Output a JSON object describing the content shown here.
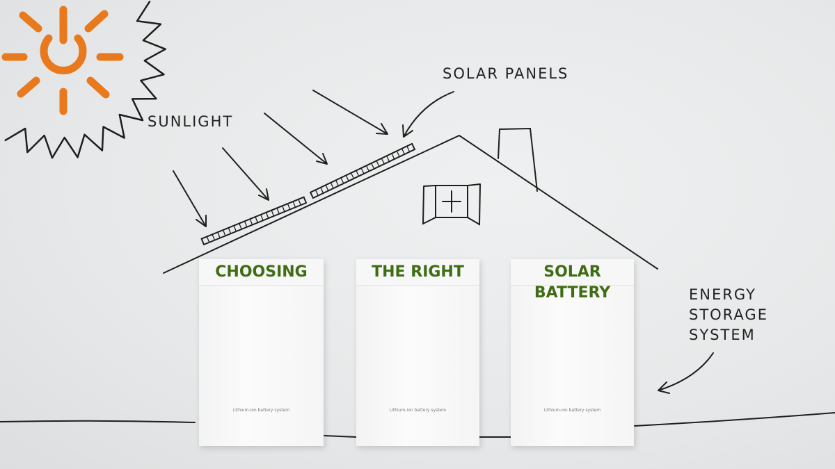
{
  "labels": {
    "sunlight": "SUNLIGHT",
    "solar_panels": "SOLAR PANELS",
    "energy_storage": [
      "ENERGY",
      "STORAGE",
      "SYSTEM"
    ]
  },
  "batteries": [
    {
      "title": "CHOOSING",
      "caption": "Lithium-ion battery system"
    },
    {
      "title": "THE RIGHT",
      "caption": "Lithium-ion battery system"
    },
    {
      "title_lines": [
        "SOLAR",
        "BATTERY"
      ],
      "caption": "Lithium-ion battery system"
    }
  ],
  "colors": {
    "sun": "#e8791d",
    "title_green": "#3f6d14",
    "sketch": "#1e1e1e"
  },
  "icons": [
    "sun-power-icon"
  ]
}
